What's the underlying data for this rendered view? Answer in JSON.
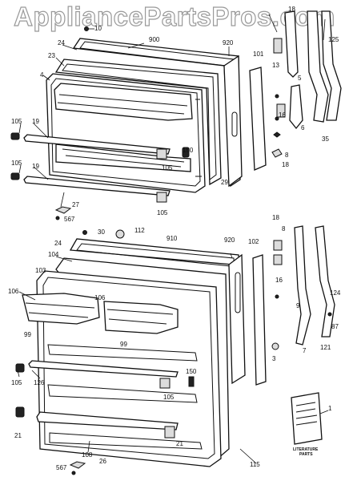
{
  "watermark": "AppliancePartsPros.com",
  "callouts": {
    "c10": "10",
    "c18a": "18",
    "c125": "125",
    "c900": "900",
    "c24a": "24",
    "c920a": "920",
    "c23": "23",
    "c13": "13",
    "c101": "101",
    "c4": "4",
    "c5": "5",
    "c16a": "16",
    "c105a": "105",
    "c19a": "19",
    "c6": "6",
    "c35": "35",
    "c150a": "150",
    "c29": "29",
    "c8a": "8",
    "c105b": "105",
    "c19b": "19",
    "c105c": "105",
    "c18b": "18",
    "c27": "27",
    "c105d": "105",
    "c567a": "567",
    "c18c": "18",
    "c30": "30",
    "c112": "112",
    "c910": "910",
    "c8b": "8",
    "c920b": "920",
    "c24b": "24",
    "c102": "102",
    "c104": "104",
    "c103": "103",
    "c16b": "16",
    "c106a": "106",
    "c106b": "106",
    "c124": "124",
    "c9": "9",
    "c99a": "99",
    "c99b": "99",
    "c87": "87",
    "c7": "7",
    "c121": "121",
    "c3": "3",
    "c105e": "105",
    "c126": "126",
    "c150b": "150",
    "c105f": "105",
    "c21a": "21",
    "c108": "108",
    "c21b": "21",
    "c115": "115",
    "c567b": "567",
    "c26": "26",
    "c1": "1"
  },
  "literature": {
    "line1": "LITERATURE",
    "line2": "PARTS"
  }
}
